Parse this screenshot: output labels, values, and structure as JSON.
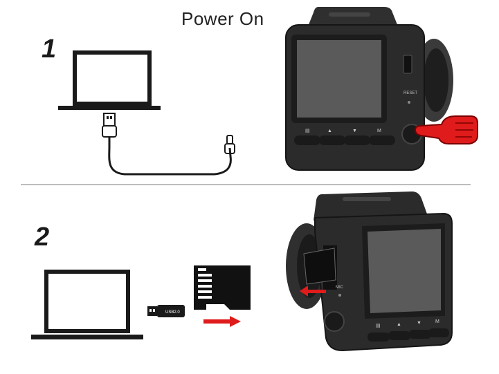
{
  "title": "Power On",
  "steps": [
    {
      "number": "1"
    },
    {
      "number": "2"
    }
  ],
  "usb_stick_label": "USB2.0",
  "camera_top": {
    "button_labels": [
      "▲",
      "▼",
      "M"
    ],
    "reset_label": "RESET"
  },
  "camera_bottom": {
    "slot_label": "MIC"
  },
  "colors": {
    "line": "#1a1a1a",
    "camera_body": "#2b2b2b",
    "screen": "#5a5a5a",
    "arrow": "#e01b1b"
  }
}
